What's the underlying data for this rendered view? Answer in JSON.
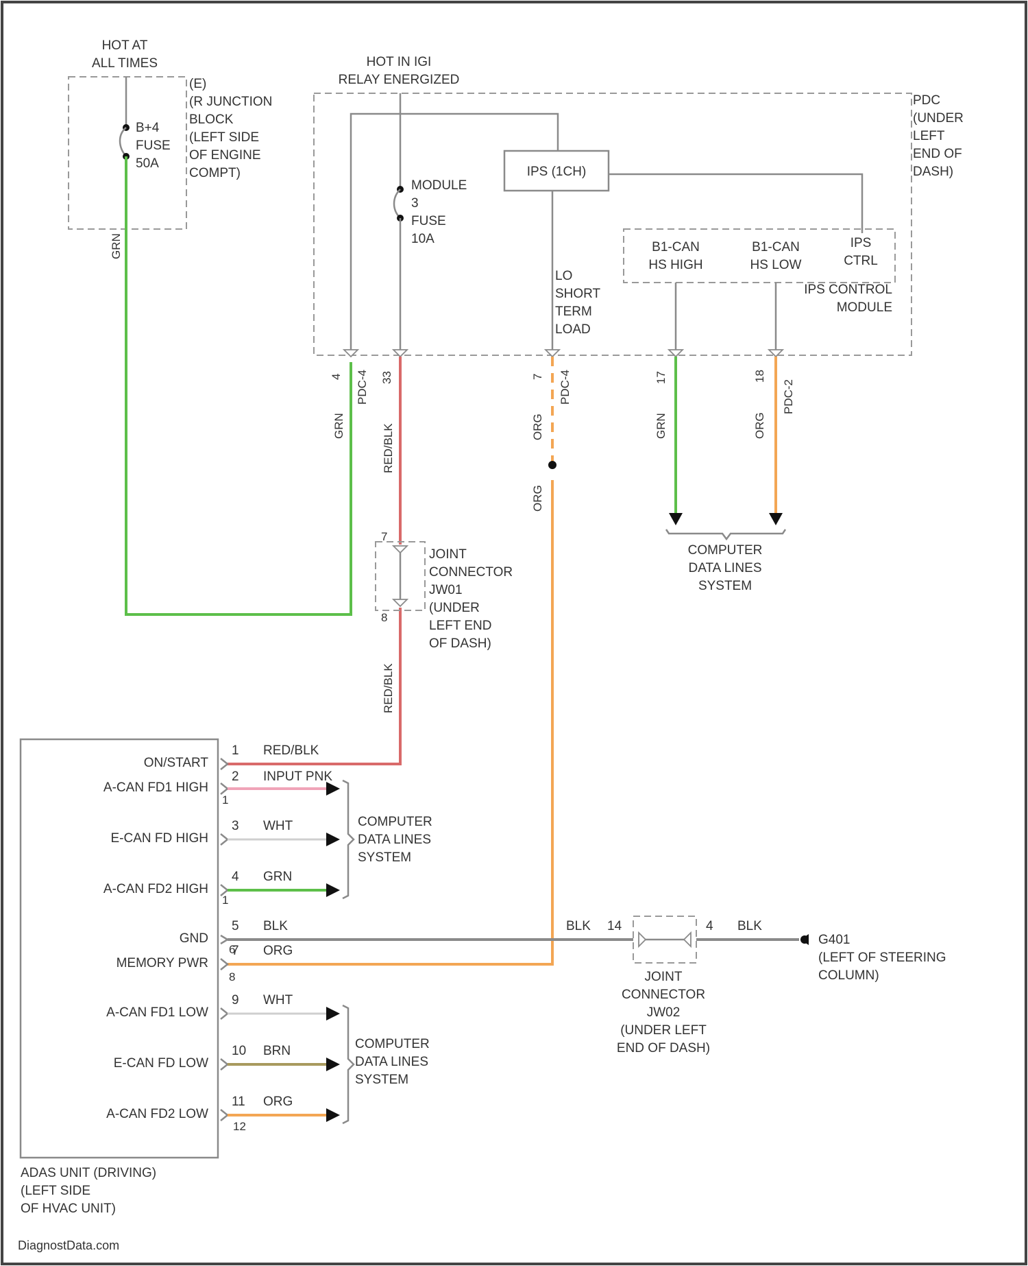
{
  "colors": {
    "grn": "#5dbf4a",
    "red_blk": "#d96a6a",
    "org": "#f3a654",
    "pink": "#f0a4b8",
    "wht": "#cfcfcf",
    "brn": "#a89a5e",
    "blk": "#8a8a8a",
    "outline": "#8a8a8a",
    "border": "#444444"
  },
  "power_source": {
    "hot_label_1": "HOT AT",
    "hot_label_2": "ALL TIMES",
    "junction_lines": [
      "(E)",
      "(R JUNCTION",
      "BLOCK",
      "(LEFT SIDE",
      "OF ENGINE",
      "COMPT)"
    ],
    "fuse_lines": [
      "B+4",
      "FUSE",
      "50A"
    ],
    "wire_color": "GRN"
  },
  "pdc": {
    "hot_label_1": "HOT IN IGI",
    "hot_label_2": "RELAY ENERGIZED",
    "location_lines": [
      "PDC",
      "(UNDER",
      "LEFT",
      "END OF",
      "DASH)"
    ],
    "ips_box": "IPS (1CH)",
    "module_fuse_lines": [
      "MODULE",
      "3",
      "FUSE",
      "10A"
    ],
    "load_lines": [
      "LO",
      "SHORT",
      "TERM",
      "LOAD"
    ],
    "control_module": {
      "can_high_lines": [
        "B1-CAN",
        "HS HIGH"
      ],
      "can_low_lines": [
        "B1-CAN",
        "HS LOW"
      ],
      "ctrl_lines": [
        "IPS",
        "CTRL"
      ],
      "name_lines": [
        "IPS CONTROL",
        "MODULE"
      ]
    },
    "pins": [
      {
        "num": "4",
        "conn": "PDC-4",
        "wire": "GRN"
      },
      {
        "num": "33",
        "conn": "",
        "wire": "RED/BLK"
      },
      {
        "num": "7",
        "conn": "PDC-4",
        "wire": "ORG"
      },
      {
        "num": "17",
        "conn": "",
        "wire": "GRN"
      },
      {
        "num": "18",
        "conn": "PDC-2",
        "wire": "ORG"
      }
    ],
    "lower_org_label": "ORG"
  },
  "joint_connector_upper": {
    "pin_top": "7",
    "pin_bottom": "8",
    "lines": [
      "JOINT",
      "CONNECTOR",
      "JW01",
      "(UNDER",
      "LEFT END",
      "OF DASH)"
    ],
    "wire_below": "RED/BLK"
  },
  "data_lines_top": [
    "COMPUTER",
    "DATA LINES",
    "SYSTEM"
  ],
  "adas_unit": {
    "name_lines": [
      "ADAS UNIT (DRIVING)",
      "(LEFT SIDE",
      "OF HVAC UNIT)"
    ],
    "terminals": [
      {
        "label": "ON/START",
        "pin": "1",
        "wire": "RED/BLK"
      },
      {
        "label": "A-CAN FD1 HIGH",
        "pin": "2",
        "wire": "INPUT PNK"
      },
      {
        "label": "E-CAN FD HIGH",
        "pin": "3",
        "wire": "WHT"
      },
      {
        "label": "A-CAN FD2 HIGH",
        "pin": "4",
        "wire": "GRN"
      },
      {
        "label": "GND",
        "pin": "5",
        "wire": "BLK"
      },
      {
        "label": "MEMORY PWR",
        "pin": "7",
        "wire": "ORG"
      },
      {
        "label": "A-CAN FD1 LOW",
        "pin": "9",
        "wire": "WHT"
      },
      {
        "label": "E-CAN FD LOW",
        "pin": "10",
        "wire": "BRN"
      },
      {
        "label": "A-CAN FD2 LOW",
        "pin": "11",
        "wire": "ORG"
      }
    ],
    "extra_pins": [
      "1",
      "6",
      "8",
      "12",
      "1"
    ]
  },
  "data_lines_group_1": [
    "COMPUTER",
    "DATA LINES",
    "SYSTEM"
  ],
  "data_lines_group_2": [
    "COMPUTER",
    "DATA LINES",
    "SYSTEM"
  ],
  "ground_circuit": {
    "wire_left": "BLK",
    "pin_left": "14",
    "pin_right": "4",
    "wire_right": "BLK",
    "joint_lines": [
      "JOINT",
      "CONNECTOR",
      "JW02",
      "(UNDER LEFT",
      "END OF DASH)"
    ],
    "ground_lines": [
      "G401",
      "(LEFT OF STEERING",
      "COLUMN)"
    ]
  },
  "footer": "DiagnostData.com"
}
